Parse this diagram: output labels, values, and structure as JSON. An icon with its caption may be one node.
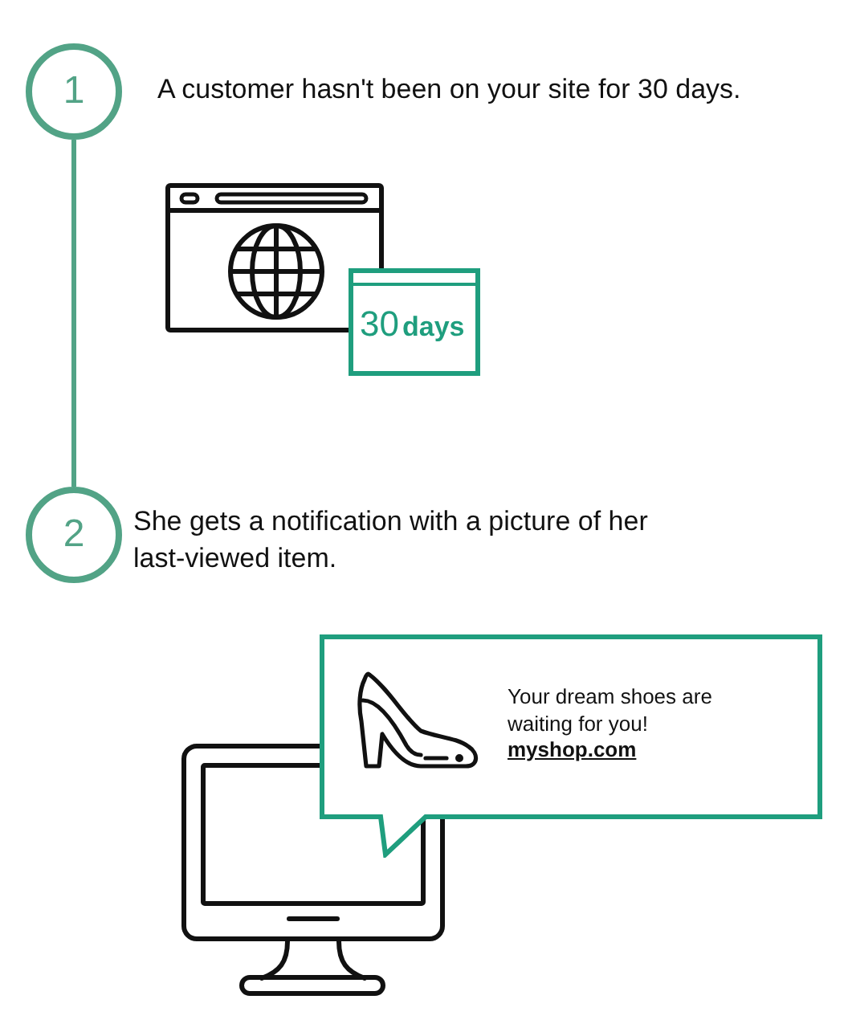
{
  "diagram": {
    "nodes": [
      {
        "text": [
          "1"
        ],
        "beside": [
          "A customer hasn't been on your site for 30 days."
        ]
      },
      {
        "text": [
          "2"
        ],
        "beside": [
          "She gets a notification with a picture of her last-viewed item."
        ]
      },
      {
        "text": [
          "30",
          "days"
        ]
      },
      {
        "text": [
          "Your dream shoes are waiting for you!",
          "myshop.com"
        ]
      }
    ],
    "edges": [
      {
        "from": 0,
        "to": 1,
        "arrow": "none"
      }
    ]
  }
}
